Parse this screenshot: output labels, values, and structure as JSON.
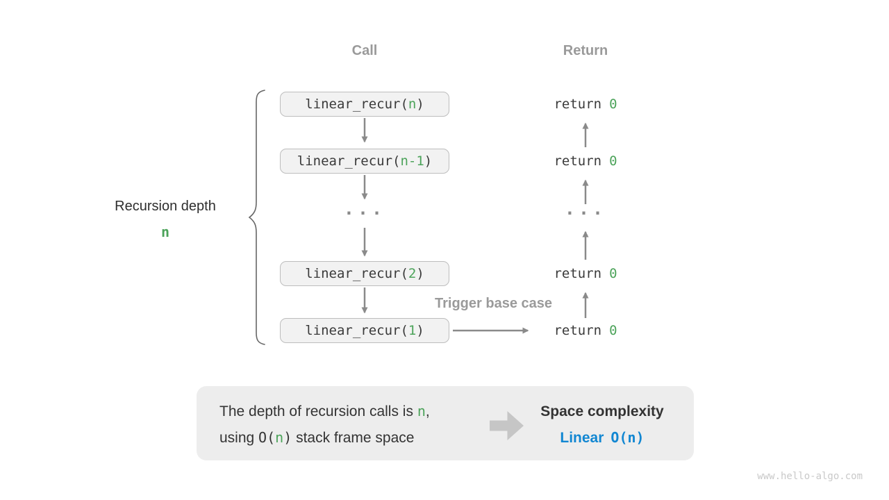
{
  "colors": {
    "green": "#4CA35A",
    "blue": "#1287D2",
    "arrow": "#8A8A8A",
    "graylabel": "#9A9A9A",
    "textdark": "#3A3A3A",
    "boxbg": "#F2F2F2",
    "boxborder": "#BDBDBD",
    "summarybg": "#EDEDED",
    "blockarrow": "#C6C6C6",
    "brace": "#666666",
    "watermark": "#C9C9C9"
  },
  "headers": {
    "call": "Call",
    "return": "Return"
  },
  "depth_label": {
    "text": "Recursion depth",
    "value": "n"
  },
  "call_stack": [
    {
      "pre": "linear_recur(",
      "arg": "n",
      "post": ")"
    },
    {
      "pre": "linear_recur(",
      "arg": "n-1",
      "post": ")"
    },
    {
      "pre": "linear_recur(",
      "arg": "2",
      "post": ")"
    },
    {
      "pre": "linear_recur(",
      "arg": "1",
      "post": ")"
    }
  ],
  "ellipsis": "...",
  "returns": [
    {
      "keyword": "return",
      "value": "0"
    },
    {
      "keyword": "return",
      "value": "0"
    },
    {
      "keyword": "return",
      "value": "0"
    },
    {
      "keyword": "return",
      "value": "0"
    }
  ],
  "trigger_label": "Trigger base case",
  "summary": {
    "line1_pre": "The depth of recursion calls is ",
    "line1_arg": "n",
    "line1_post": ",",
    "line2_pre": "using ",
    "line2_o": "O(",
    "line2_arg": "n",
    "line2_close": ")",
    "line2_post": " stack frame space",
    "title": "Space complexity",
    "result_label": "Linear",
    "result_complexity": "O(n)"
  },
  "watermark": "www.hello-algo.com"
}
